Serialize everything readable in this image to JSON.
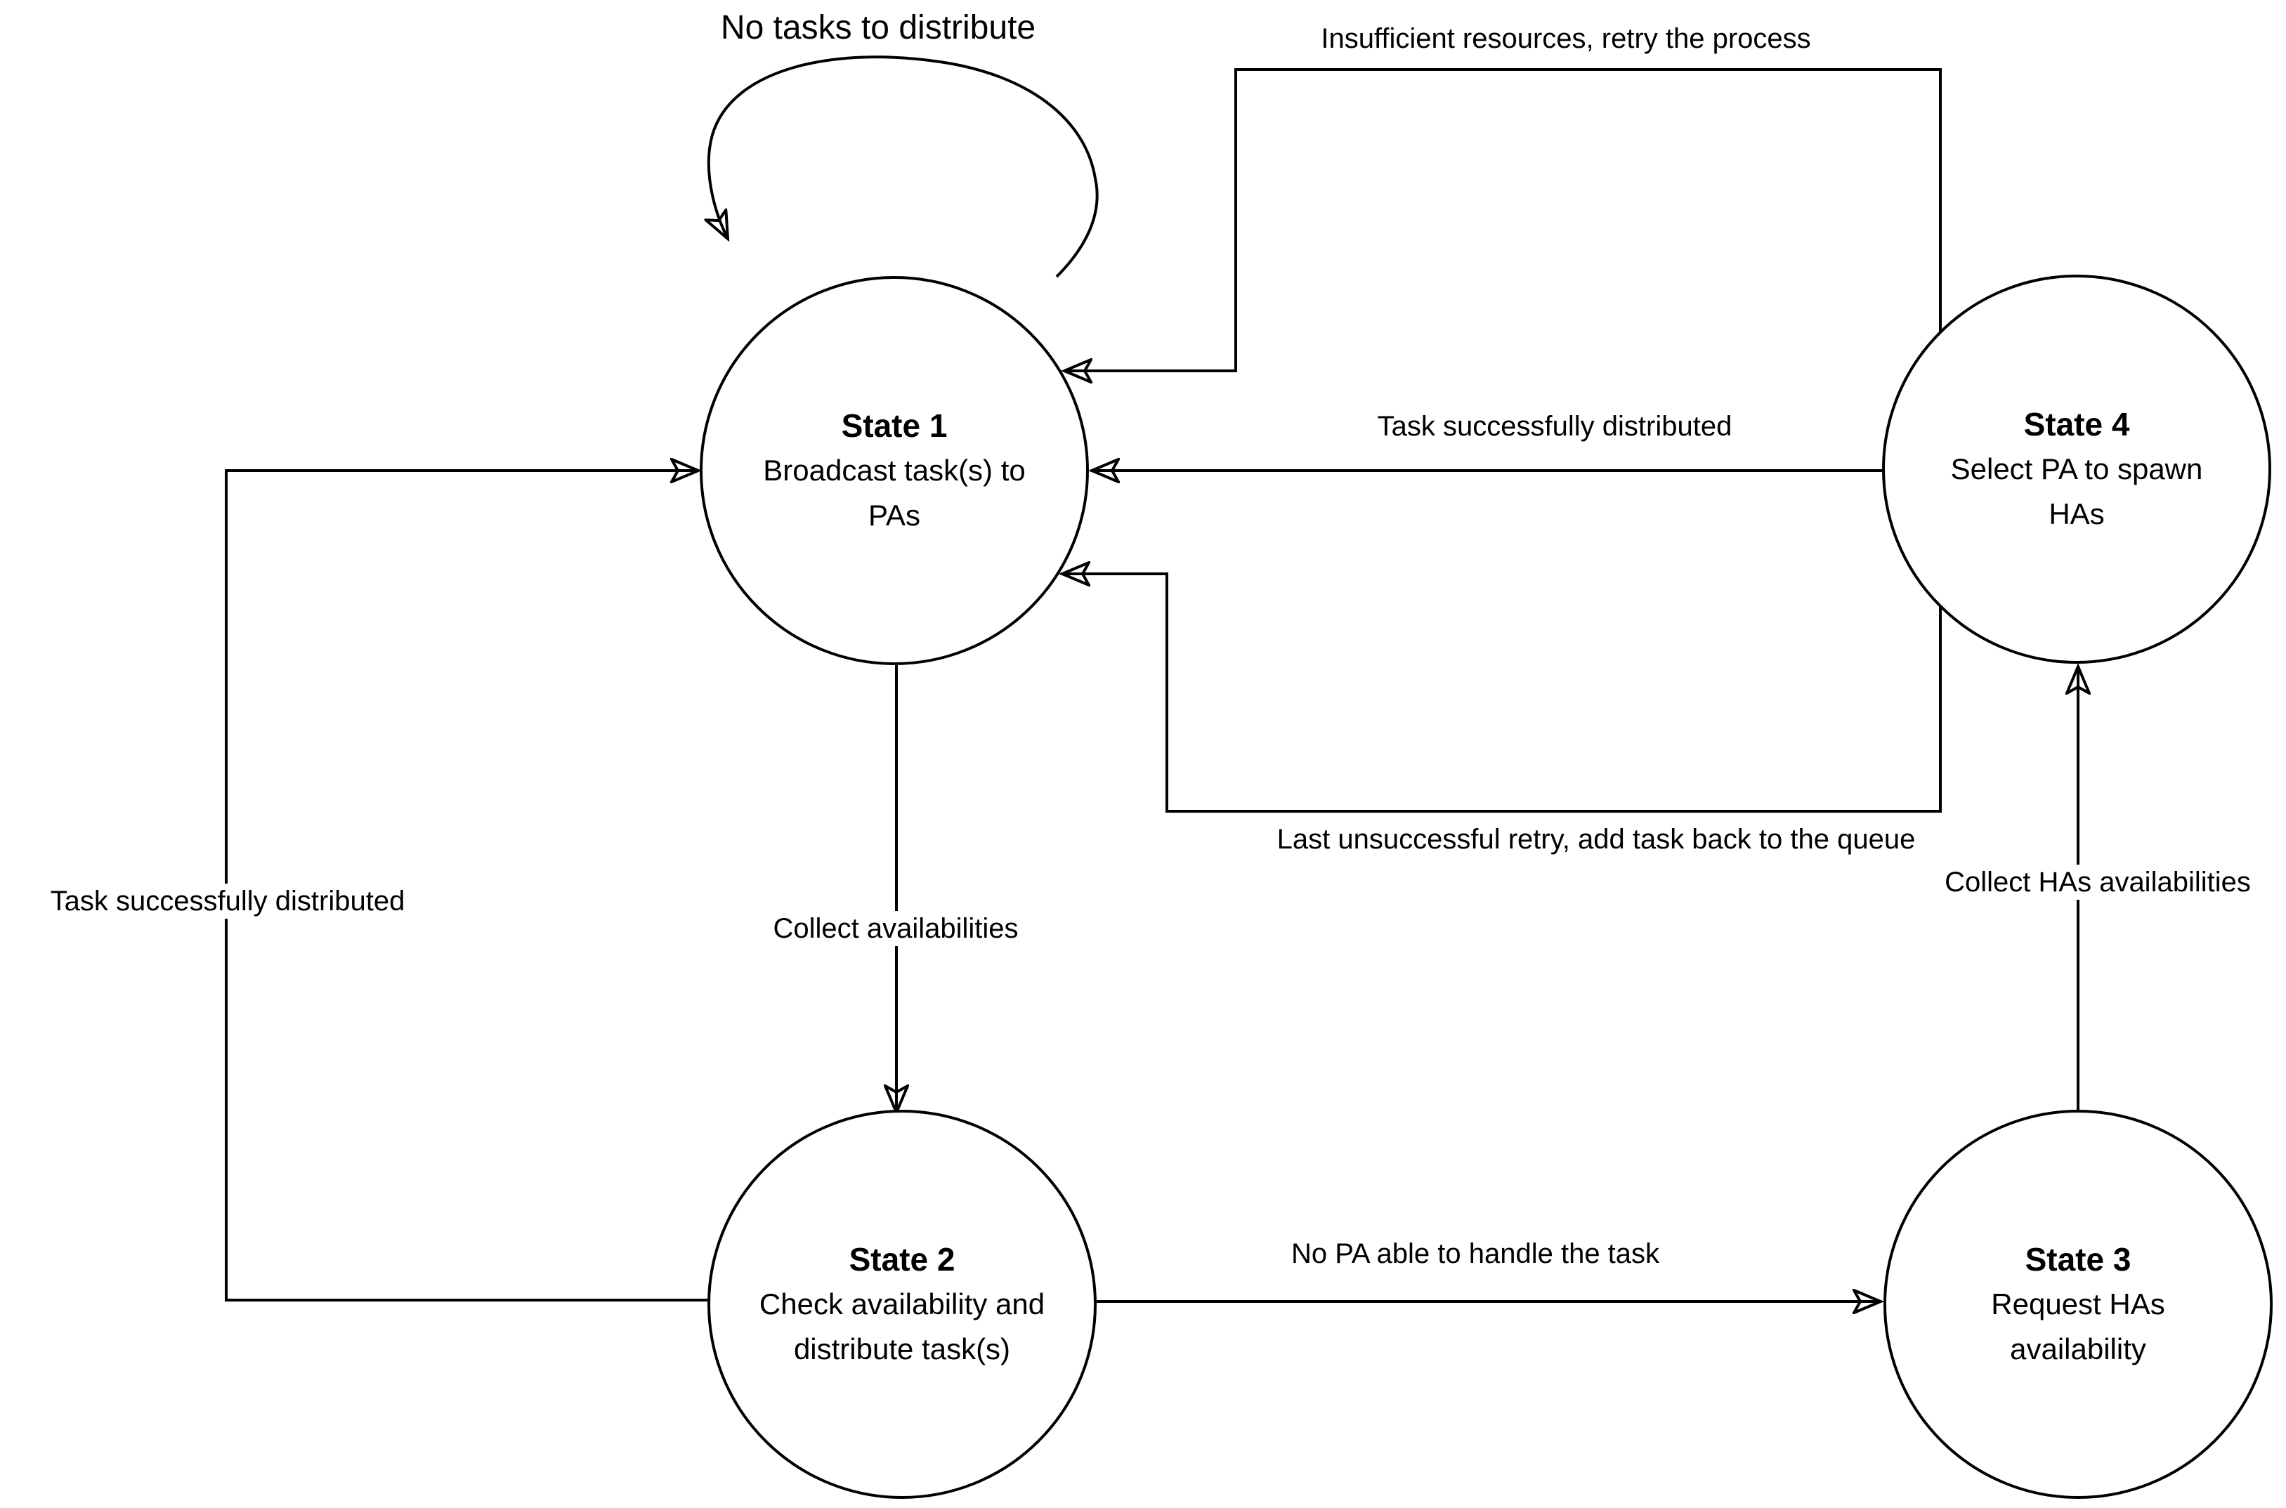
{
  "diagram": {
    "type": "state-machine",
    "background_color": "#ffffff",
    "stroke_color": "#000000",
    "states": [
      {
        "id": "state1",
        "title": "State 1",
        "description": "Broadcast task(s) to PAs"
      },
      {
        "id": "state2",
        "title": "State 2",
        "description": "Check availability and distribute task(s)"
      },
      {
        "id": "state3",
        "title": "State 3",
        "description": "Request HAs availability"
      },
      {
        "id": "state4",
        "title": "State 4",
        "description": "Select PA to spawn HAs"
      }
    ],
    "transitions": [
      {
        "from": "state1",
        "to": "state1",
        "label": "No tasks to distribute"
      },
      {
        "from": "state4",
        "to": "state1",
        "label": "Insufficient resources, retry the process"
      },
      {
        "from": "state4",
        "to": "state1",
        "label": "Task successfully distributed"
      },
      {
        "from": "state4",
        "to": "state1",
        "label": "Last unsuccessful retry, add task back to the queue"
      },
      {
        "from": "state1",
        "to": "state2",
        "label": "Collect availabilities"
      },
      {
        "from": "state2",
        "to": "state1",
        "label": "Task successfully distributed"
      },
      {
        "from": "state2",
        "to": "state3",
        "label": "No PA able to handle the task"
      },
      {
        "from": "state3",
        "to": "state4",
        "label": "Collect HAs availabilities"
      }
    ]
  }
}
